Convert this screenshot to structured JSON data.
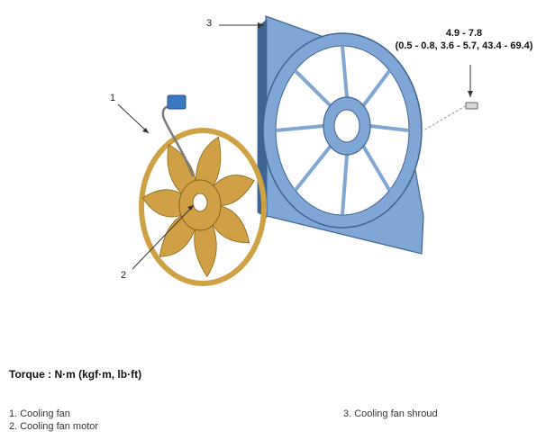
{
  "callouts": [
    "1",
    "2",
    "3"
  ],
  "torque_spec": {
    "value_nm": "4.9 - 7.8",
    "value_alt": "(0.5 - 0.8, 3.6 - 5.7, 43.4 - 69.4)"
  },
  "torque_heading": "Torque : N·m (kgf·m, lb·ft)",
  "legend": [
    "1. Cooling fan",
    "2. Cooling fan motor",
    "3. Cooling fan shroud"
  ],
  "colors": {
    "fan": "#cfa044",
    "fan_dark": "#8a6418",
    "shroud": "#7fa6d4",
    "shroud_dark": "#3e6492",
    "connector": "#3a78c2"
  }
}
